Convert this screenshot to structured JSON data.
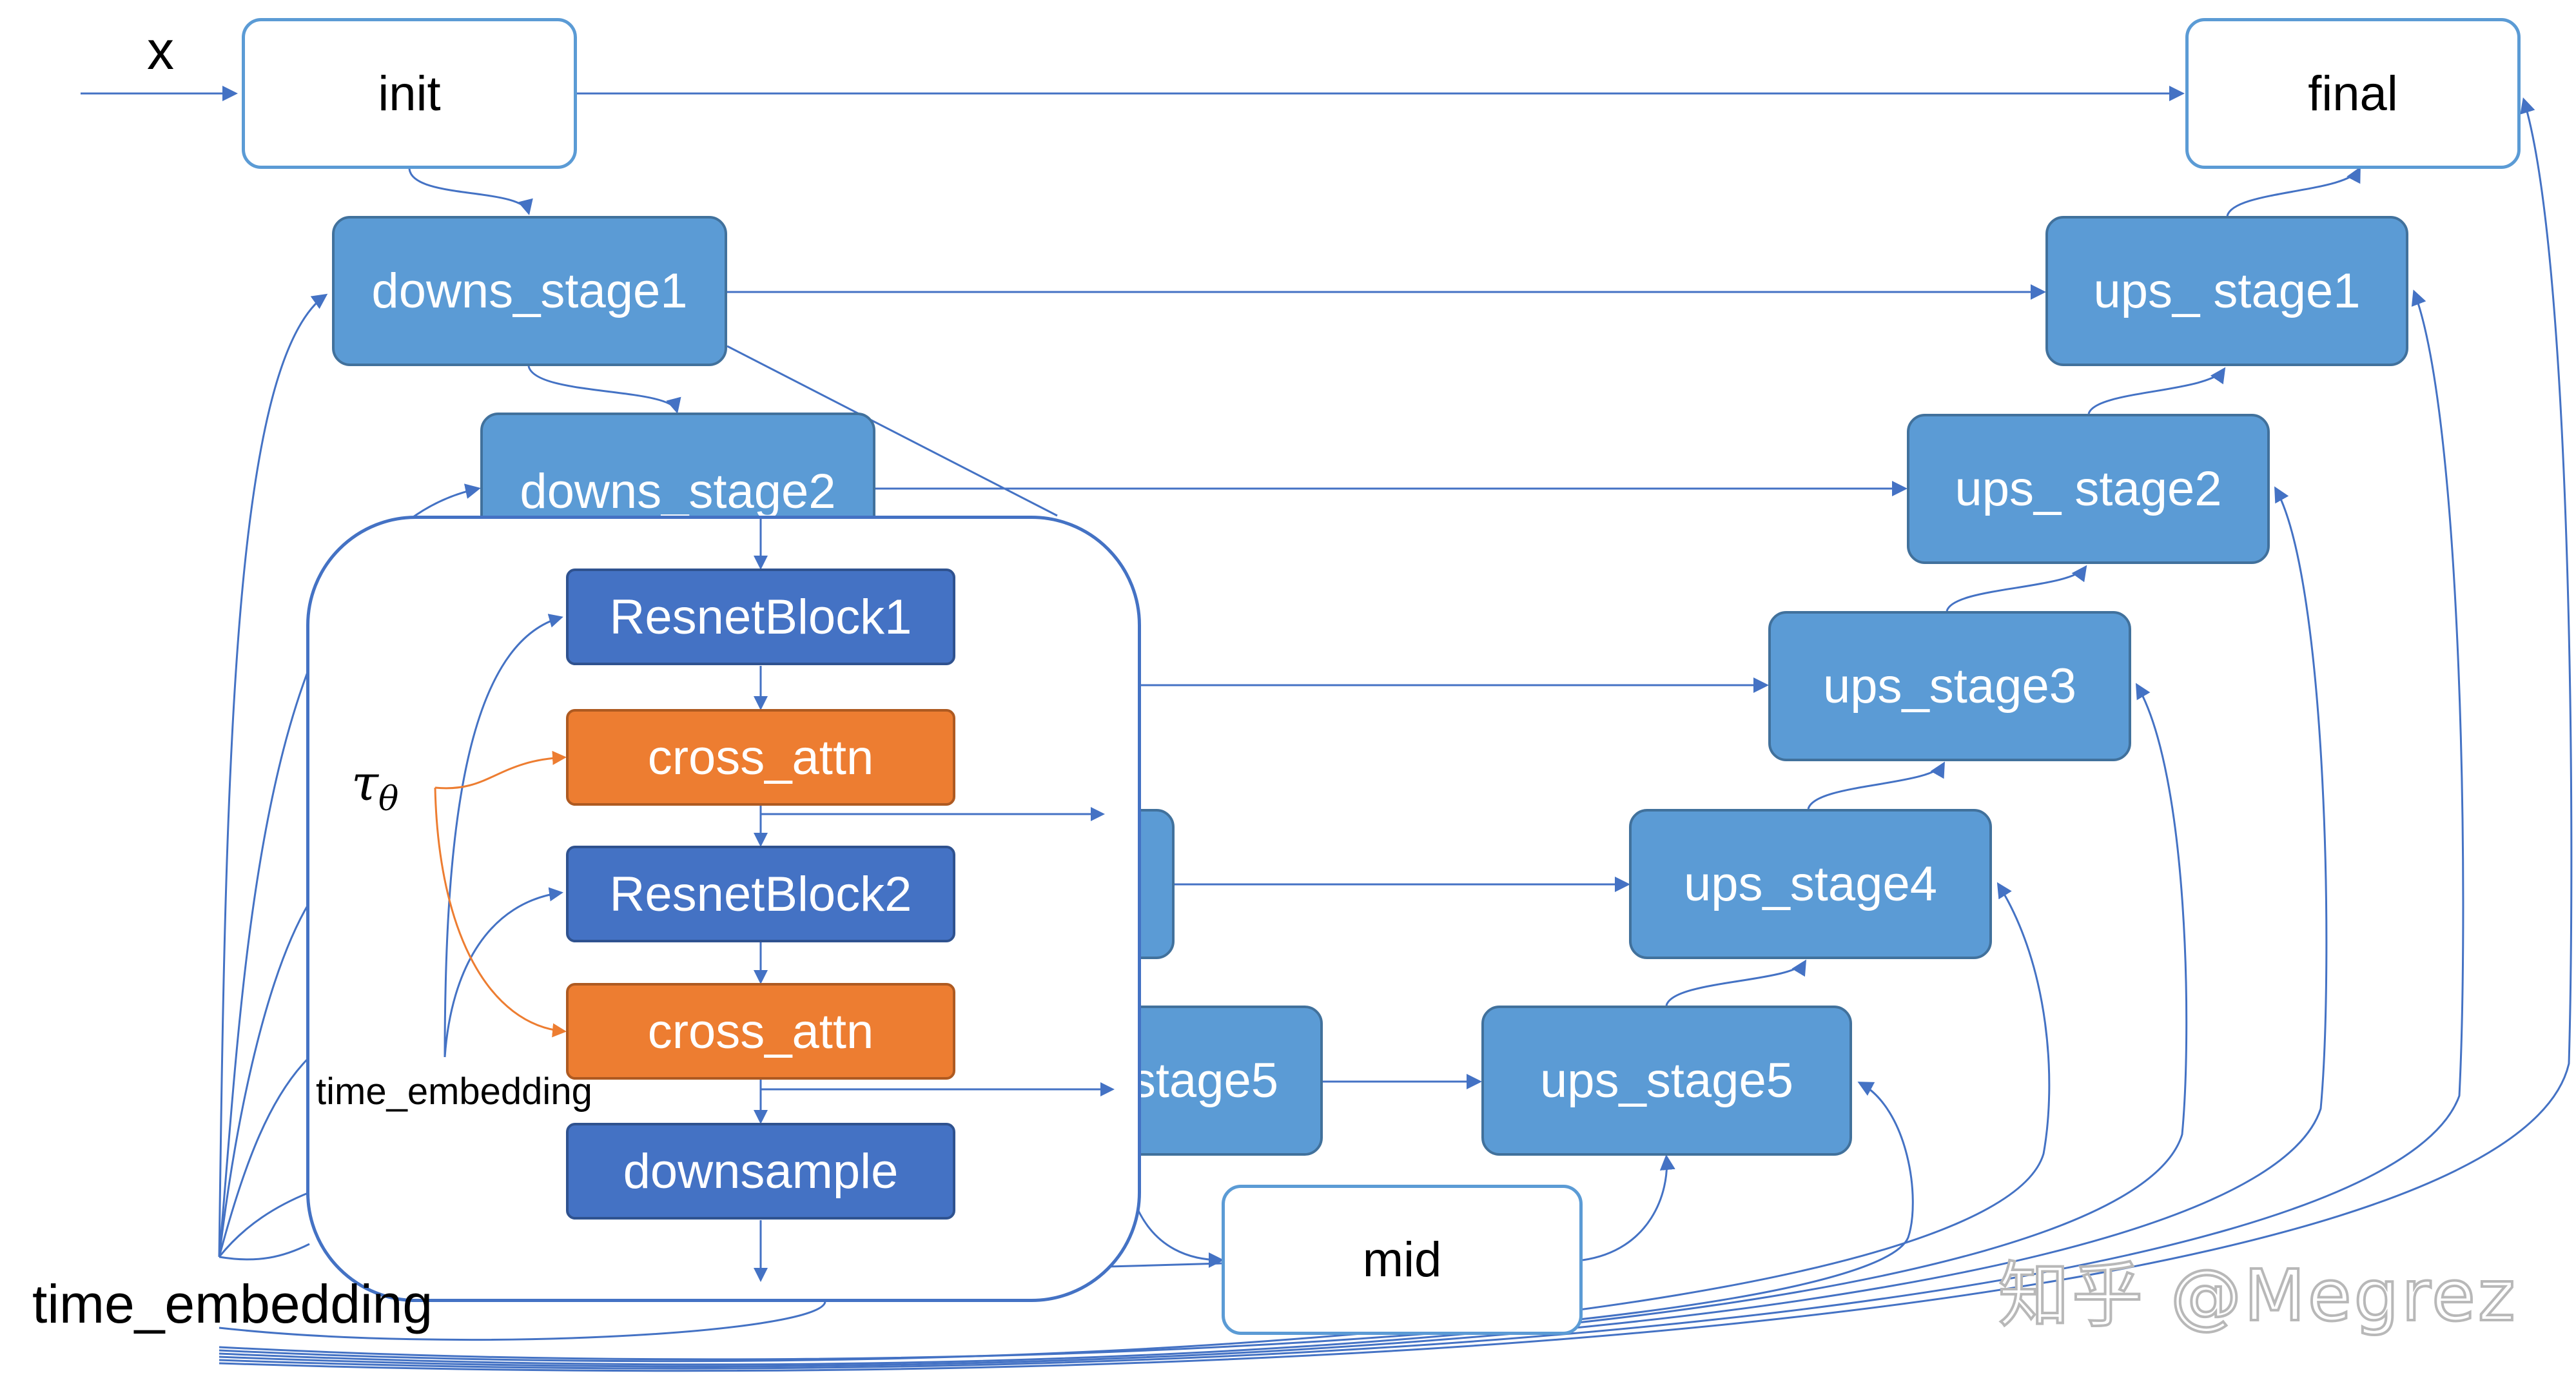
{
  "input_label": "x",
  "outer_time_embedding_label": "time_embedding",
  "nodes": {
    "init": "init",
    "final": "final",
    "downs_stage1": "downs_stage1",
    "downs_stage2": "downs_stage2",
    "downs_stage5_partial": "stage5",
    "ups_stage1": "ups_ stage1",
    "ups_stage2": "ups_ stage2",
    "ups_stage3": "ups_stage3",
    "ups_stage4": "ups_stage4",
    "ups_stage5": "ups_stage5",
    "mid": "mid"
  },
  "detail": {
    "resnet_block1": "ResnetBlock1",
    "cross_attn_1": "cross_attn",
    "resnet_block2": "ResnetBlock2",
    "cross_attn_2": "cross_attn",
    "downsample": "downsample",
    "tau_symbol": "τ",
    "tau_subscript": "θ",
    "inner_time_embedding_label": "time_embedding"
  },
  "watermark": "知乎 @Megrez",
  "colors": {
    "stage_fill": "#5b9bd5",
    "block_fill": "#4472c4",
    "attention_fill": "#ed7d31",
    "arrow": "#4472c4",
    "condition_arrow": "#ed7d31"
  }
}
